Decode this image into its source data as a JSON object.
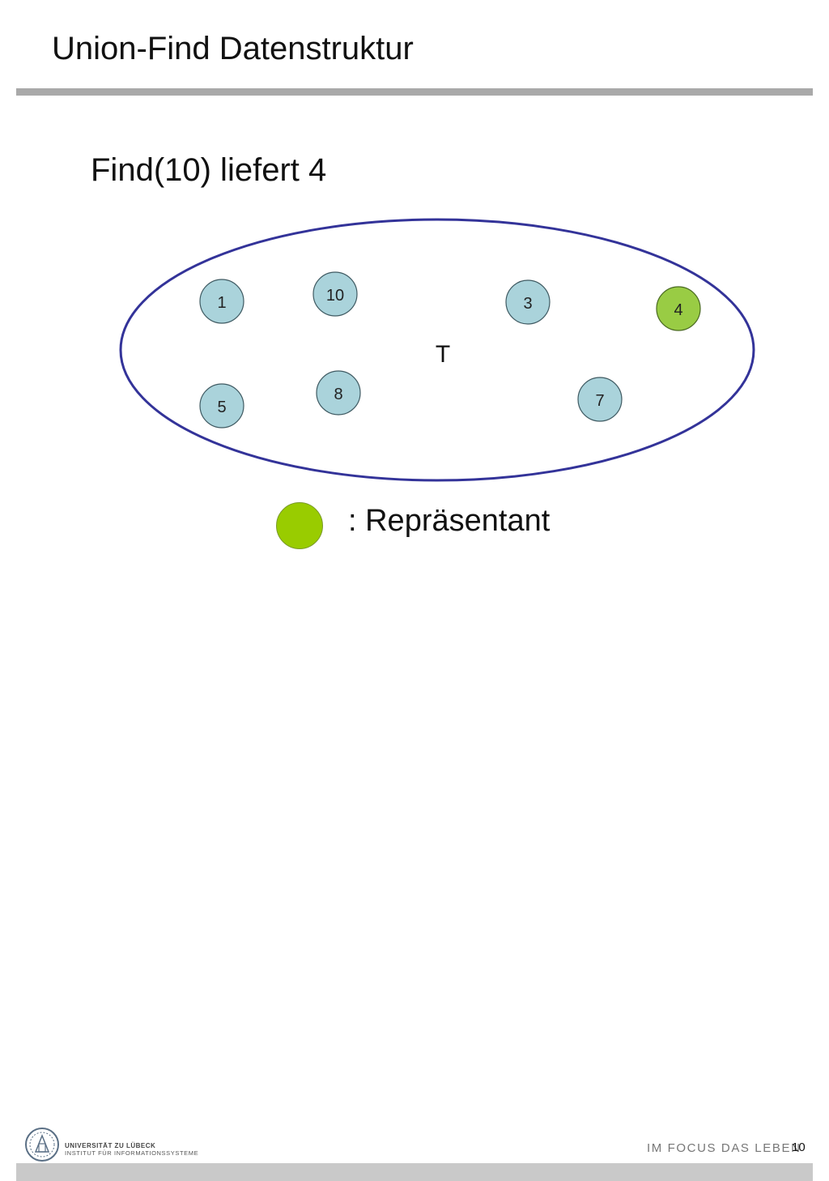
{
  "slide": {
    "title": "Union-Find Datenstruktur",
    "subtitle": "Find(10) liefert 4"
  },
  "diagram": {
    "set_label": "T",
    "colors": {
      "ellipse_stroke": "#333399",
      "node_fill": "#aad3db",
      "node_stroke": "#3f5a62",
      "representative_fill": "#99cc44",
      "representative_stroke": "#4a6a22"
    },
    "nodes": [
      {
        "label": "1",
        "representative": false
      },
      {
        "label": "10",
        "representative": false
      },
      {
        "label": "3",
        "representative": false
      },
      {
        "label": "4",
        "representative": true
      },
      {
        "label": "8",
        "representative": false
      },
      {
        "label": "5",
        "representative": false
      },
      {
        "label": "7",
        "representative": false
      }
    ]
  },
  "legend": {
    "label": ": Repräsentant",
    "color": "#99cc00"
  },
  "footer": {
    "university": "UNIVERSITÄT ZU LÜBECK",
    "institute": "INSTITUT FÜR INFORMATIONSSYSTEME",
    "slogan": "IM FOCUS DAS LEBEN",
    "page_number": "10"
  }
}
